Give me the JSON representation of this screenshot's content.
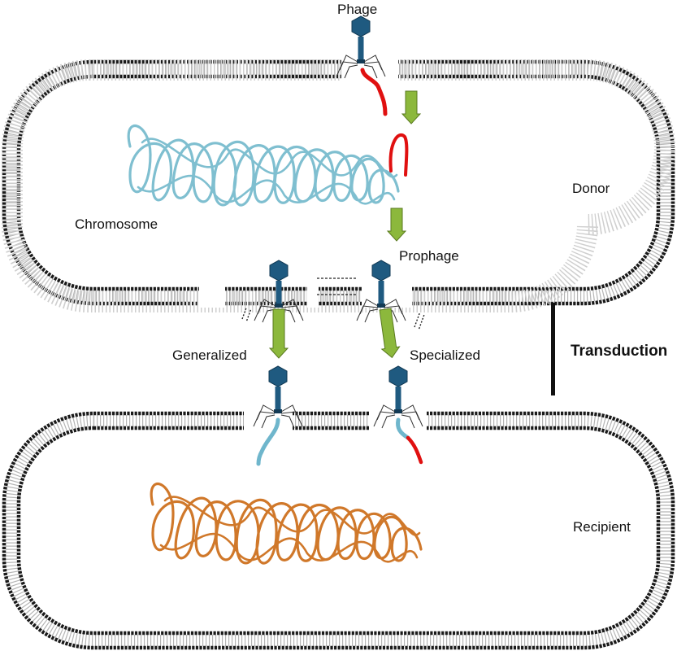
{
  "labels": {
    "phage": "Phage",
    "donor": "Donor",
    "chromosome": "Chromosome",
    "prophage": "Prophage",
    "generalized": "Generalized",
    "specialized": "Specialized",
    "transduction": "Transduction",
    "recipient": "Recipient"
  },
  "colors": {
    "membrane": "#1a1a1a",
    "phage_head": "#1f5a80",
    "donor_dna": "#7fbfd0",
    "recipient_dna": "#d0782a",
    "phage_dna": "#e01010",
    "arrow": "#8cb83c",
    "arrow_outline": "#5a7a20"
  }
}
